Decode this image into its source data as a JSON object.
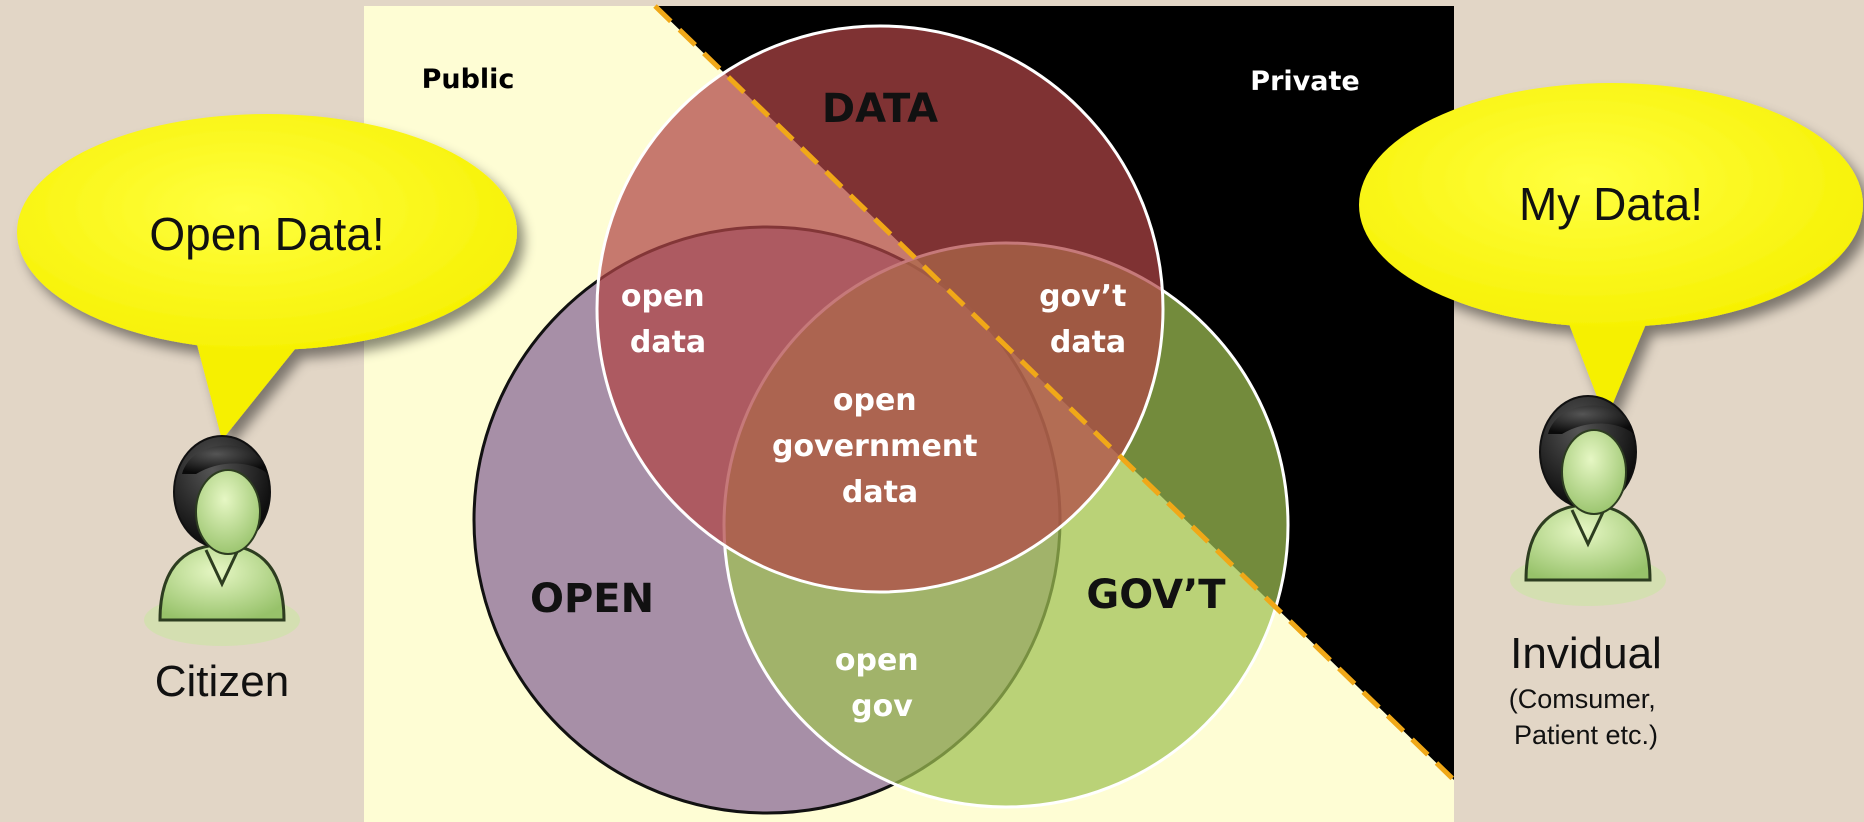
{
  "zones": {
    "public": "Public",
    "private": "Private"
  },
  "sets": {
    "data": "DATA",
    "open": "OPEN",
    "govt": "GOV’T"
  },
  "intersections": {
    "open_data": [
      "open",
      "data"
    ],
    "govt_data": [
      "gov’t",
      "data"
    ],
    "open_gov": [
      "open",
      "gov"
    ],
    "open_government_data": [
      "open",
      "government",
      "data"
    ]
  },
  "bubbles": {
    "left": "Open Data!",
    "right": "My Data!"
  },
  "people": {
    "citizen": {
      "name": "Citizen",
      "icon": "user-icon"
    },
    "individual": {
      "name": "Invidual",
      "sub": [
        "(Comsumer,",
        "Patient etc.)"
      ],
      "icon": "user-icon"
    }
  },
  "colors": {
    "background": "#e2d6c6",
    "public_zone": "#fefdd4",
    "private_zone": "#000000",
    "data_circle": "#b04546",
    "open_circle": "#8e6f9a",
    "govt_circle": "#a0c053",
    "bubble": "#ffff00",
    "divider": "#f0a818"
  }
}
